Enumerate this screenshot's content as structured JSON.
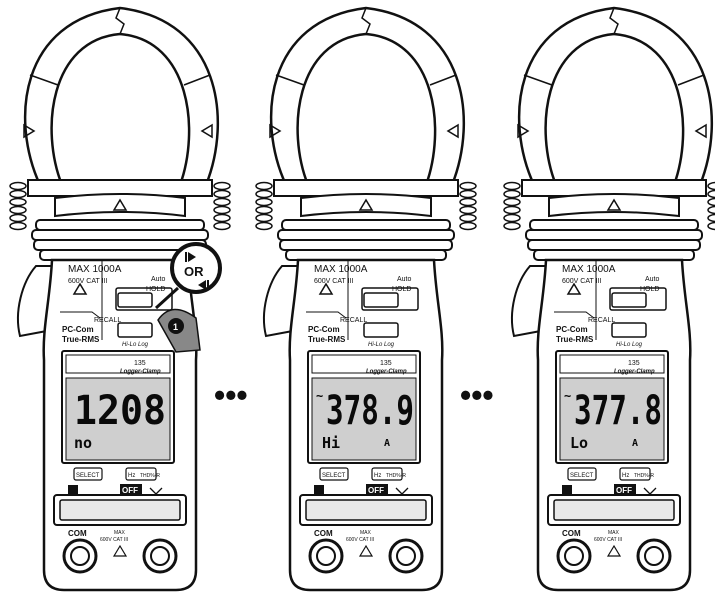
{
  "meter": {
    "max_rating": "MAX 1000A",
    "cat_rating": "600V CAT III",
    "auto_label": "Auto",
    "hold_label": "HOLD",
    "recall_label": "RECALL",
    "hilolog_label": "Hi-Lo Log",
    "pc_com": "PC-Com",
    "true_rms": "True-RMS",
    "model_number": "135",
    "model_name": "Logger-Clamp",
    "select_label": "SELECT",
    "hz_label": "Hz",
    "thd_label": "THD%-R",
    "off_label": "OFF",
    "com_label": "COM",
    "input_max": "MAX",
    "input_rating": "600V CAT III"
  },
  "callout": {
    "or_text": "OR",
    "step_number": "1"
  },
  "ellipsis": "•••",
  "meters": [
    {
      "reading": "1208",
      "sub": "no",
      "unit": "",
      "ac": ""
    },
    {
      "reading": "378.9",
      "sub": "Hi",
      "unit": "A",
      "ac": "~"
    },
    {
      "reading": "377.8",
      "sub": "Lo",
      "unit": "A",
      "ac": "~"
    }
  ]
}
